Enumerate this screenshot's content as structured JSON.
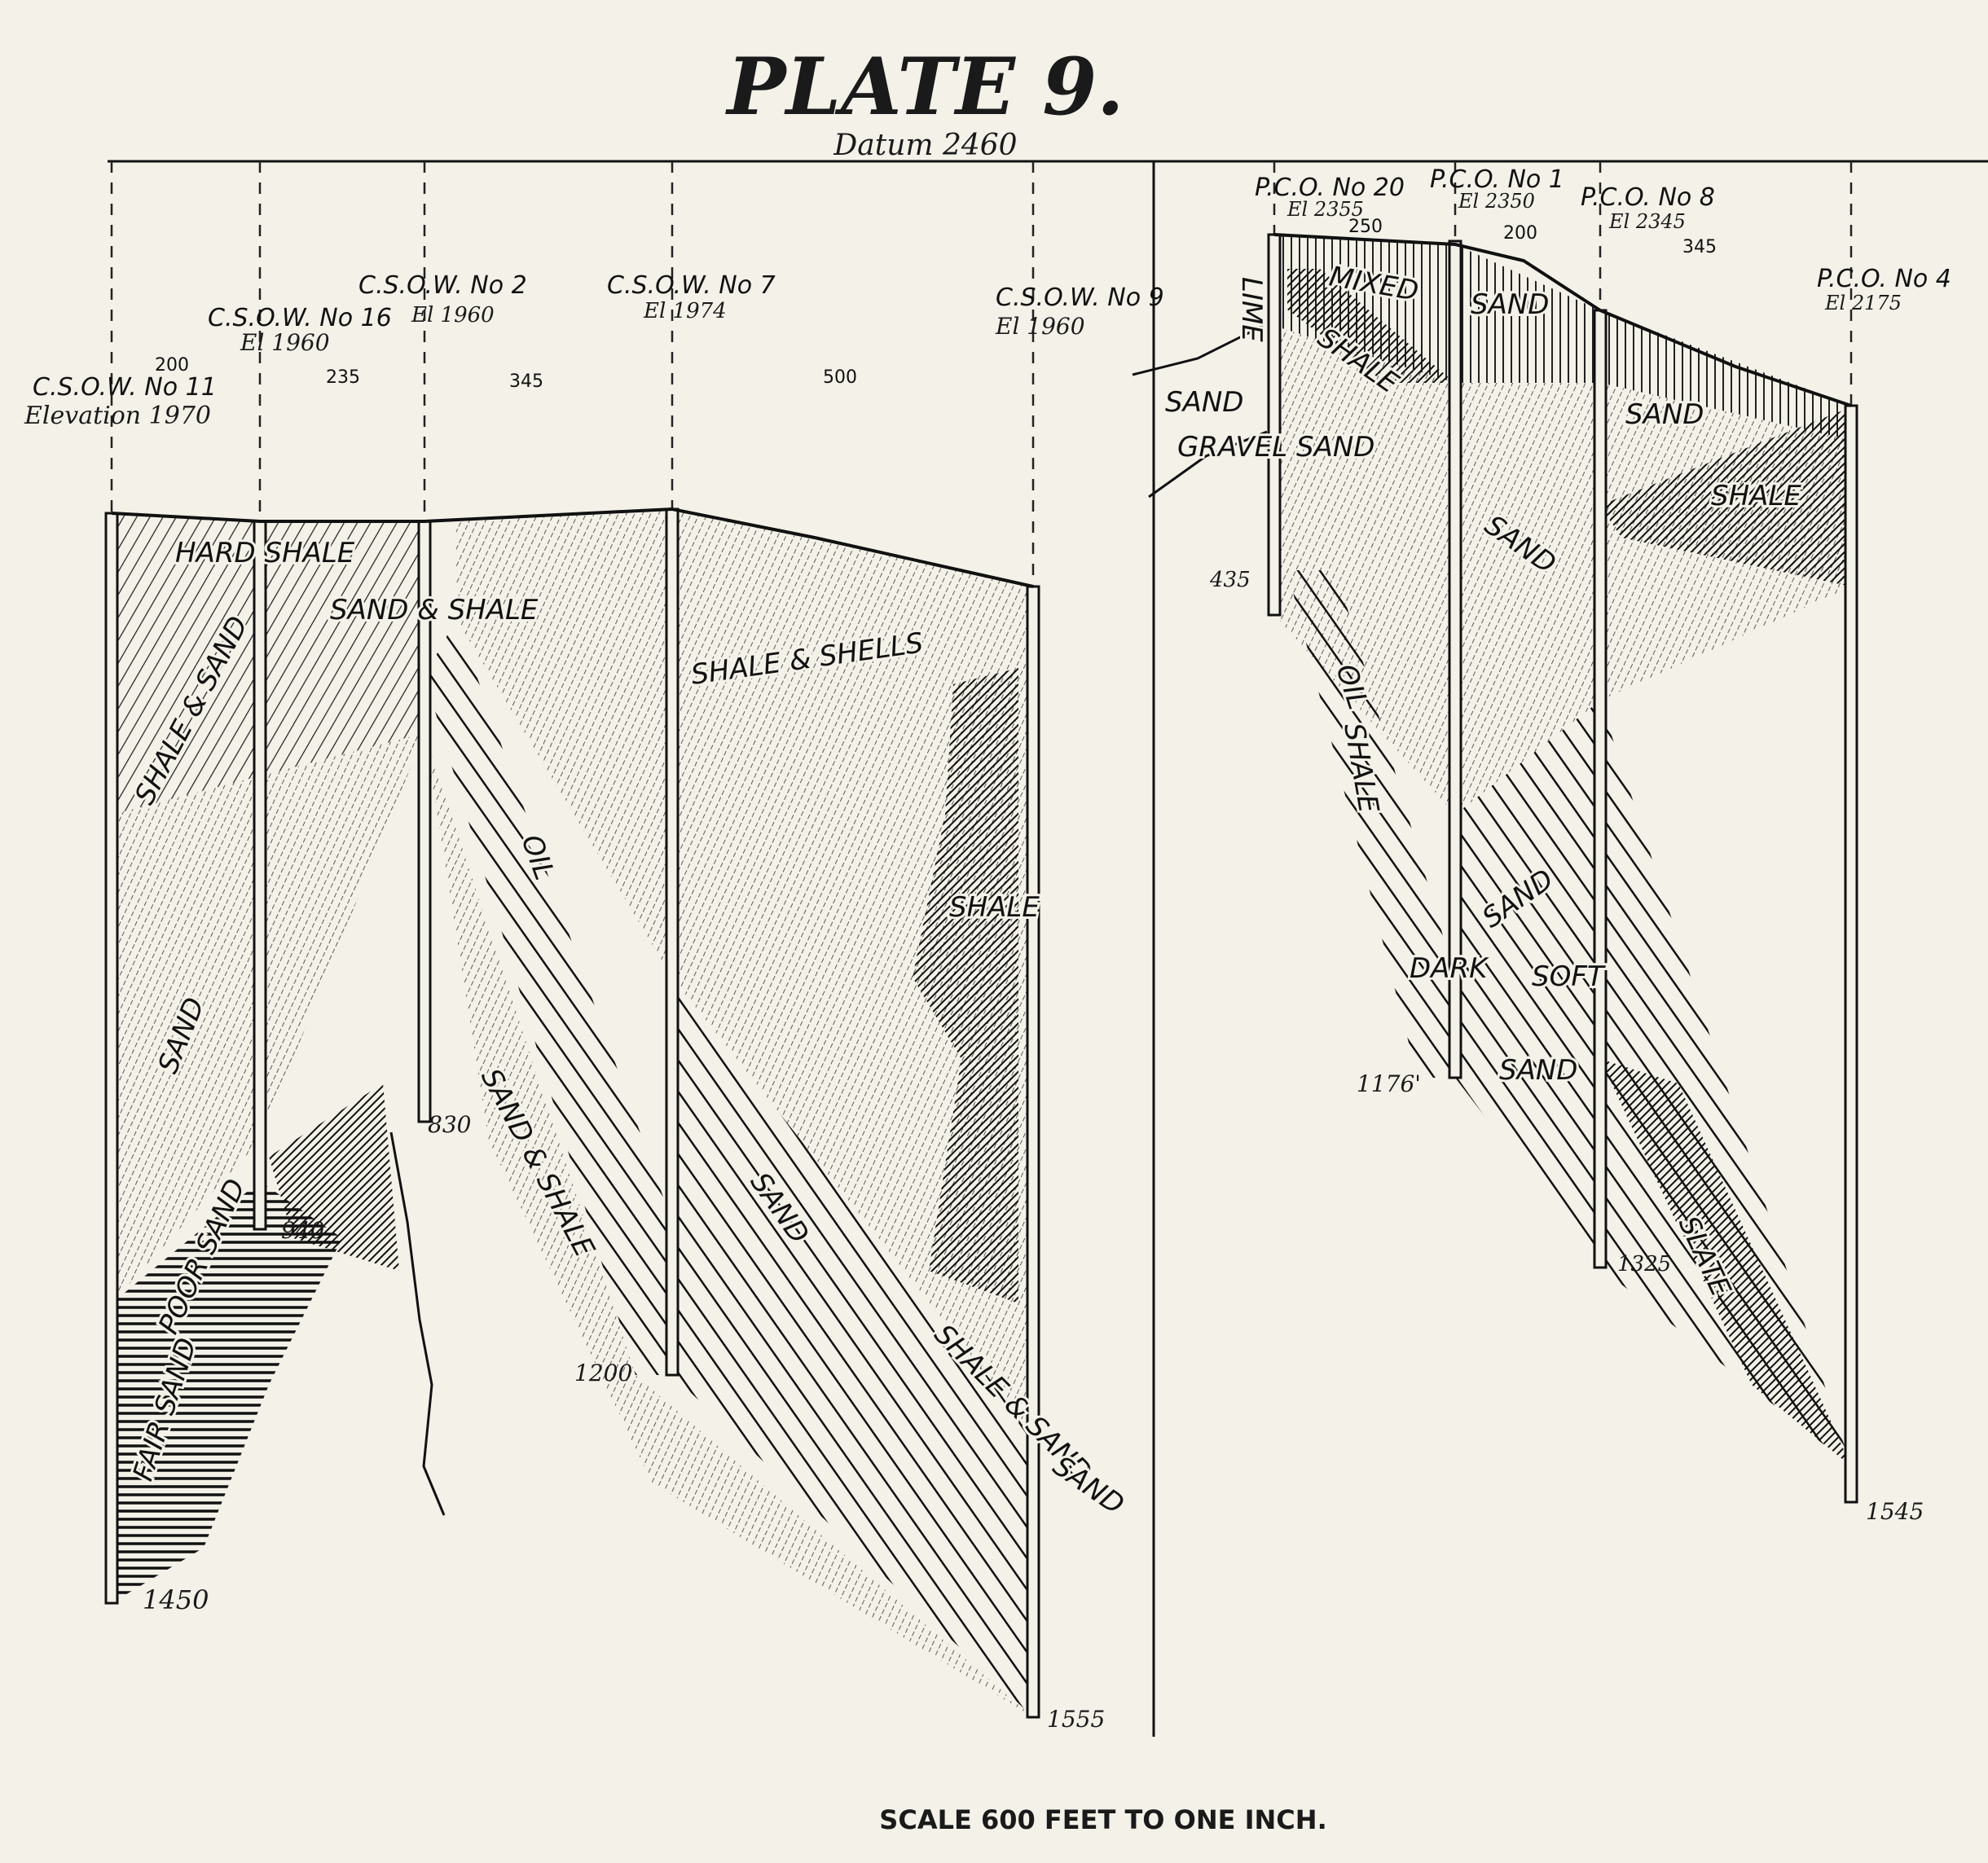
{
  "title": "PLATE 9.",
  "datum": "Datum 2460",
  "scale_note": "SCALE 600 FEET TO ONE INCH.",
  "left_section": {
    "wells": [
      {
        "name": "C.S.O.W. No 11",
        "elevation": "Elevation 1970",
        "bottom": "1450"
      },
      {
        "name": "C.S.O.W. No 16",
        "elevation": "El 1960",
        "bottom": "940"
      },
      {
        "name": "C.S.O.W. No 2",
        "elevation": "El 1960",
        "bottom": "830"
      },
      {
        "name": "C.S.O.W. No 7",
        "elevation": "El 1974",
        "bottom": "1200"
      },
      {
        "name": "C.S.O.W. No 9",
        "elevation": "El 1960",
        "bottom": "1555"
      }
    ],
    "spacings": [
      "200",
      "235",
      "345",
      "500"
    ],
    "strata": [
      "SHALE & SAND",
      "SAND",
      "POOR SAND",
      "FAIR SAND",
      "OIL",
      "SAND & SHALE",
      "SHALE & SHELLS",
      "SAND",
      "SHALE",
      "SHALE & SAND",
      "SAND & SHALE",
      "HARD SHALE",
      "SAND"
    ]
  },
  "right_section": {
    "wells": [
      {
        "name": "P.C.O. No 20",
        "elevation": "El 2355",
        "bottom": "435"
      },
      {
        "name": "P.C.O. No 1",
        "elevation": "El 2350",
        "bottom": "1176'"
      },
      {
        "name": "P.C.O. No 8",
        "elevation": "El 2345",
        "bottom": "1325"
      },
      {
        "name": "P.C.O. No 4",
        "elevation": "El 2175",
        "bottom": "1545"
      }
    ],
    "spacings": [
      "250",
      "200",
      "345"
    ],
    "strata": [
      "MIXED",
      "SHALE",
      "SAND",
      "SAND",
      "SHALE",
      "SAND",
      "OIL",
      "SHALE",
      "SAND",
      "DARK",
      "SOFT",
      "SAND",
      "SLATE",
      "LIME",
      "GRAVEL SAND",
      "SAND"
    ]
  },
  "colors": {
    "paper": "#f3f1e8",
    "ink": "#111111"
  }
}
